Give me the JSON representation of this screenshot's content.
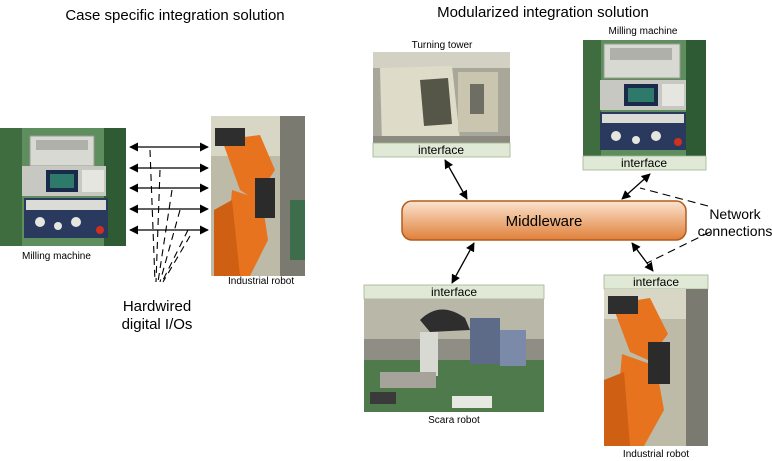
{
  "diagram": {
    "left_panel": {
      "title": "Case specific integration solution",
      "milling_label": "Milling machine",
      "robot_label": "Industrial robot",
      "io_label_line1": "Hardwired",
      "io_label_line2": "digital I/Os"
    },
    "right_panel": {
      "title": "Modularized integration solution",
      "turning_label": "Turning tower",
      "milling_label": "Milling machine",
      "scara_label": "Scara robot",
      "robot_label": "Industrial robot",
      "interface_label": "interface",
      "middleware_label": "Middleware",
      "network_line1": "Network",
      "network_line2": "connections"
    },
    "colors": {
      "middleware_fill_top": "#fbe3cf",
      "middleware_fill_bottom": "#e0803a",
      "middleware_stroke": "#b35a1e",
      "interface_band": "#dfe9d6",
      "robot_orange": "#e8731e",
      "machine_green": "#5a8a5a"
    }
  }
}
